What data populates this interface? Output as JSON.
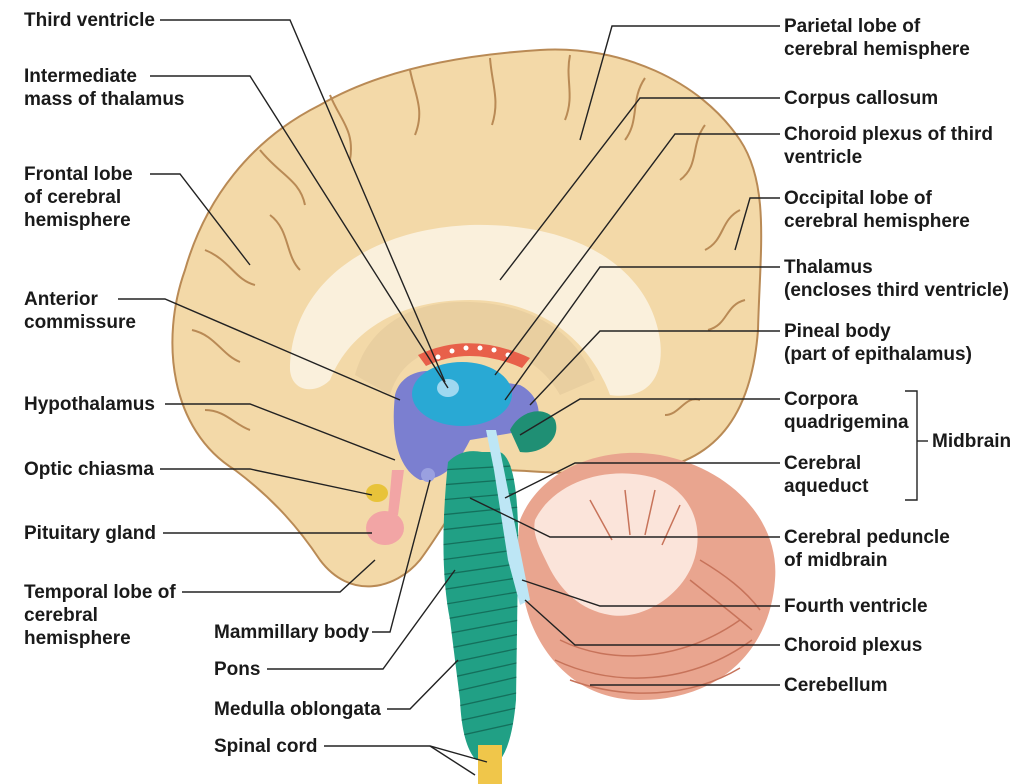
{
  "colors": {
    "cortex_fill": "#f3d9a8",
    "cortex_stroke": "#b98a55",
    "cortex_sulcus": "#b98a55",
    "white_matter": "#faf0dc",
    "deep_fill": "#e9cfa0",
    "third_ventricle": "#29a9d4",
    "hypothalamus": "#7b7fd0",
    "choroid": "#e8604a",
    "brainstem": "#21a085",
    "brainstem_stripe": "#14705c",
    "aqueduct": "#bde6f5",
    "cerebellum": "#e9a58f",
    "cerebellum_white": "#fbe4da",
    "pituitary": "#f2a5a5",
    "optic": "#e8c33a",
    "leader_line": "#222222"
  },
  "labels": {
    "third_ventricle": [
      "Third ventricle"
    ],
    "intermediate_mass": [
      "Intermediate",
      "mass of thalamus"
    ],
    "frontal_lobe": [
      "Frontal lobe",
      "of cerebral",
      "hemisphere"
    ],
    "anterior_commissure": [
      "Anterior",
      "commissure"
    ],
    "hypothalamus": [
      "Hypothalamus"
    ],
    "optic_chiasma": [
      "Optic chiasma"
    ],
    "pituitary_gland": [
      "Pituitary gland"
    ],
    "temporal_lobe": [
      "Temporal lobe of",
      "cerebral",
      "hemisphere"
    ],
    "mammillary_body": [
      "Mammillary body"
    ],
    "pons": [
      "Pons"
    ],
    "medulla_oblongata": [
      "Medulla oblongata"
    ],
    "spinal_cord": [
      "Spinal cord"
    ],
    "parietal_lobe": [
      "Parietal lobe of",
      "cerebral hemisphere"
    ],
    "corpus_callosum": [
      "Corpus callosum"
    ],
    "choroid_plexus_third": [
      "Choroid plexus of third",
      "ventricle"
    ],
    "occipital_lobe": [
      "Occipital lobe of",
      "cerebral hemisphere"
    ],
    "thalamus": [
      "Thalamus",
      "(encloses third ventricle)"
    ],
    "pineal_body": [
      "Pineal body",
      "(part of epithalamus)"
    ],
    "corpora_quadrigemina": [
      "Corpora",
      "quadrigemina"
    ],
    "cerebral_aqueduct": [
      "Cerebral",
      "aqueduct"
    ],
    "midbrain": [
      "Midbrain"
    ],
    "cerebral_peduncle": [
      "Cerebral peduncle",
      "of midbrain"
    ],
    "fourth_ventricle": [
      "Fourth ventricle"
    ],
    "choroid_plexus": [
      "Choroid plexus"
    ],
    "cerebellum": [
      "Cerebellum"
    ]
  }
}
